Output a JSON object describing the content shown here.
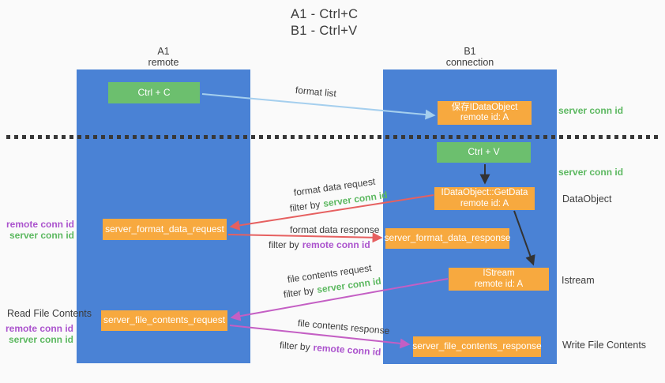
{
  "title": {
    "line1": "A1 - Ctrl+C",
    "line2": "B1 - Ctrl+V"
  },
  "lanes": {
    "left": {
      "id": "A1",
      "label": "remote"
    },
    "right": {
      "id": "B1",
      "label": "connection"
    }
  },
  "nodes": {
    "ctrl_c": {
      "label": "Ctrl + C"
    },
    "ctrl_v": {
      "label": "Ctrl + V"
    },
    "save_idataobject": {
      "line1": "保存IDataObject",
      "line2": "remote id: A"
    },
    "getdata": {
      "line1": "IDataObject::GetData",
      "line2": "remote id: A"
    },
    "istream": {
      "line1": "IStream",
      "line2": "remote id: A"
    },
    "format_request": {
      "label": "server_format_data_request"
    },
    "format_response": {
      "label": "server_format_data_response"
    },
    "file_request": {
      "label": "server_file_contents_request"
    },
    "file_response": {
      "label": "server_file_contents_response"
    }
  },
  "flow_labels": {
    "format_list": "format list",
    "format_data_request": "format data request",
    "format_data_response": "format data response",
    "file_contents_request": "file contents request",
    "file_contents_response": "file contents response",
    "filter_by": "filter by",
    "server_conn_id": "server conn id",
    "remote_conn_id": "remote conn id"
  },
  "side_labels": {
    "right_server_conn_id_1": "server conn id",
    "right_server_conn_id_2": "server conn id",
    "dataobject": "DataObject",
    "istream": "Istream",
    "write_file_contents": "Write File Contents",
    "left_remote_conn_id_1": "remote conn id",
    "left_server_conn_id_1": "server conn id",
    "read_file_contents": "Read File Contents",
    "left_remote_conn_id_2": "remote conn id",
    "left_server_conn_id_2": "server conn id"
  },
  "colors": {
    "lane_blue": "#4a82d5",
    "green_box": "#6cbf6e",
    "orange_box": "#f7a93f",
    "arrow_blue": "#a5cfee",
    "arrow_red": "#e66060",
    "arrow_magenta": "#c45fc4",
    "arrow_black": "#333333",
    "green_id": "#5cb860",
    "purple_id": "#ab53cd",
    "background": "#fafafa"
  }
}
